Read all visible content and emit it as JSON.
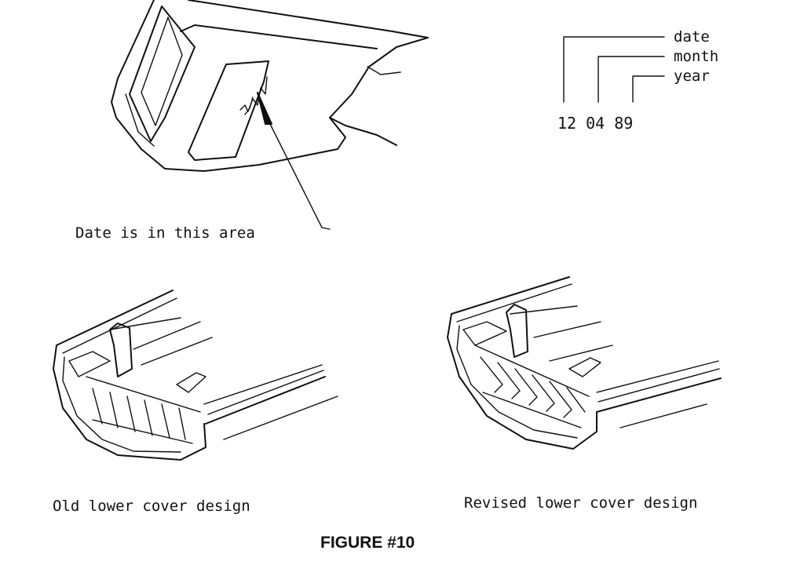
{
  "date_code": {
    "labels": {
      "date": "date",
      "month": "month",
      "year": "year"
    },
    "digits": "12 04 89"
  },
  "callout": {
    "text": "Date is in this area"
  },
  "covers": {
    "old_label": "Old lower cover design",
    "revised_label": "Revised lower cover design"
  },
  "figure_title": "FIGURE #10"
}
